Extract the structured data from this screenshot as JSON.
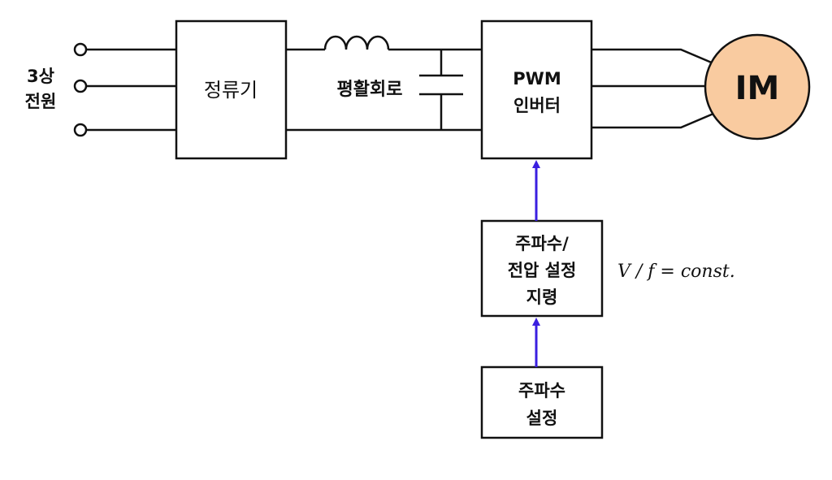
{
  "source": {
    "label_line1": "3상",
    "label_line2": "전원"
  },
  "rectifier": {
    "label": "정류기"
  },
  "smoothing": {
    "label": "평활회로"
  },
  "inverter": {
    "label_line1": "PWM",
    "label_line2": "인버터"
  },
  "motor": {
    "label": "IM",
    "fill": "#F9CBA0"
  },
  "command": {
    "label_line1": "주파수/",
    "label_line2": "전압 설정",
    "label_line3": "지령"
  },
  "setting": {
    "label_line1": "주파수",
    "label_line2": "설정"
  },
  "formula": {
    "text": "V / f = const."
  },
  "colors": {
    "signal_arrow": "#3A1FE0",
    "line": "#111111"
  }
}
